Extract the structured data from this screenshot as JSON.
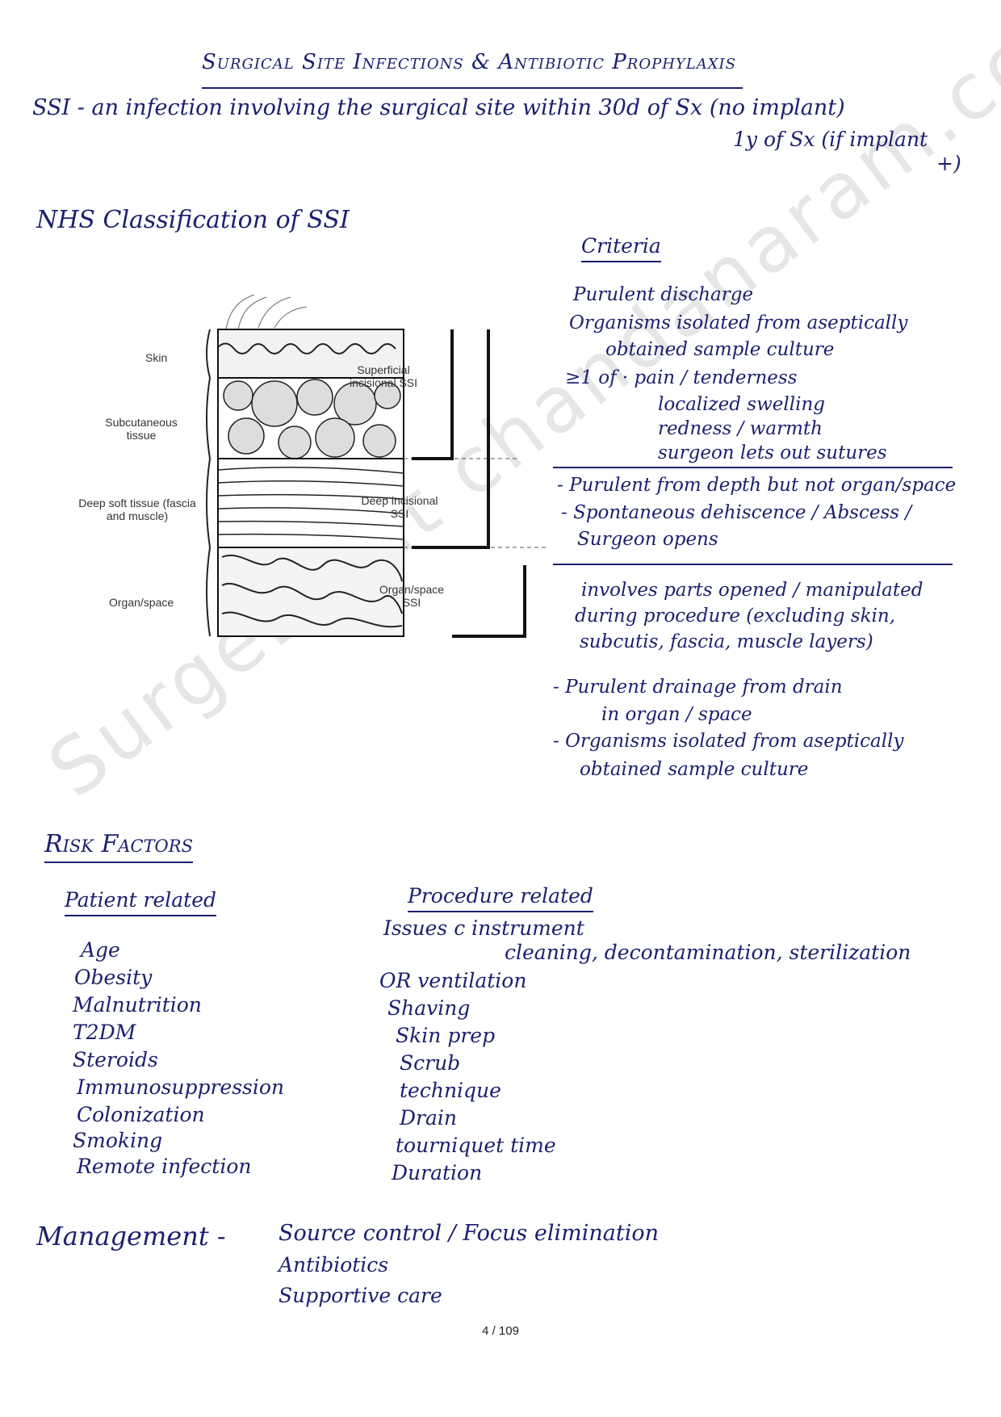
{
  "title": "Surgical Site Infections & Antibiotic Prophylaxis",
  "definition": {
    "line1": "SSI - an infection involving the surgical site within 30d of Sx (no implant)",
    "line2": "1y of Sx (if implant",
    "line3": "+)"
  },
  "classification": {
    "heading": "NHS Classification of SSI",
    "criteria_label": "Criteria",
    "diagram": {
      "layers": [
        "Skin",
        "Subcutaneous tissue",
        "Deep soft tissue (fascia and muscle)",
        "Organ/space"
      ],
      "categories": [
        "Superficial incisional SSI",
        "Deep incisional SSI",
        "Organ/space SSI"
      ]
    },
    "superficial": [
      "Purulent discharge",
      "Organisms isolated from aseptically",
      "obtained sample culture",
      "≥1 of · pain / tenderness",
      "localized swelling",
      "redness / warmth",
      "surgeon lets out sutures"
    ],
    "deep": [
      "- Purulent from depth but not organ/space",
      "- Spontaneous dehiscence / Abscess /",
      "Surgeon opens"
    ],
    "organ": [
      "involves parts opened / manipulated",
      "during procedure (excluding skin,",
      "subcutis, fascia, muscle layers)",
      "- Purulent drainage from drain",
      "in organ / space",
      "- Organisms isolated from aseptically",
      "obtained sample culture"
    ]
  },
  "risk_factors": {
    "heading": "Risk Factors",
    "patient_heading": "Patient related",
    "patient": [
      "Age",
      "Obesity",
      "Malnutrition",
      "T2DM",
      "Steroids",
      "Immunosuppression",
      "Colonization",
      "Smoking",
      "Remote infection"
    ],
    "procedure_heading": "Procedure related",
    "procedure_issue": "Issues c instrument",
    "procedure_issue2": "cleaning, decontamination, sterilization",
    "procedure": [
      "OR ventilation",
      "Shaving",
      "Skin prep",
      "Scrub",
      "technique",
      "Drain",
      "tourniquet time",
      "Duration"
    ]
  },
  "management": {
    "label": "Management -",
    "items": [
      "Source control / Focus elimination",
      "Antibiotics",
      "Supportive care"
    ]
  },
  "footer": "4 / 109",
  "watermark": "SurgeLight chandanaram.com"
}
